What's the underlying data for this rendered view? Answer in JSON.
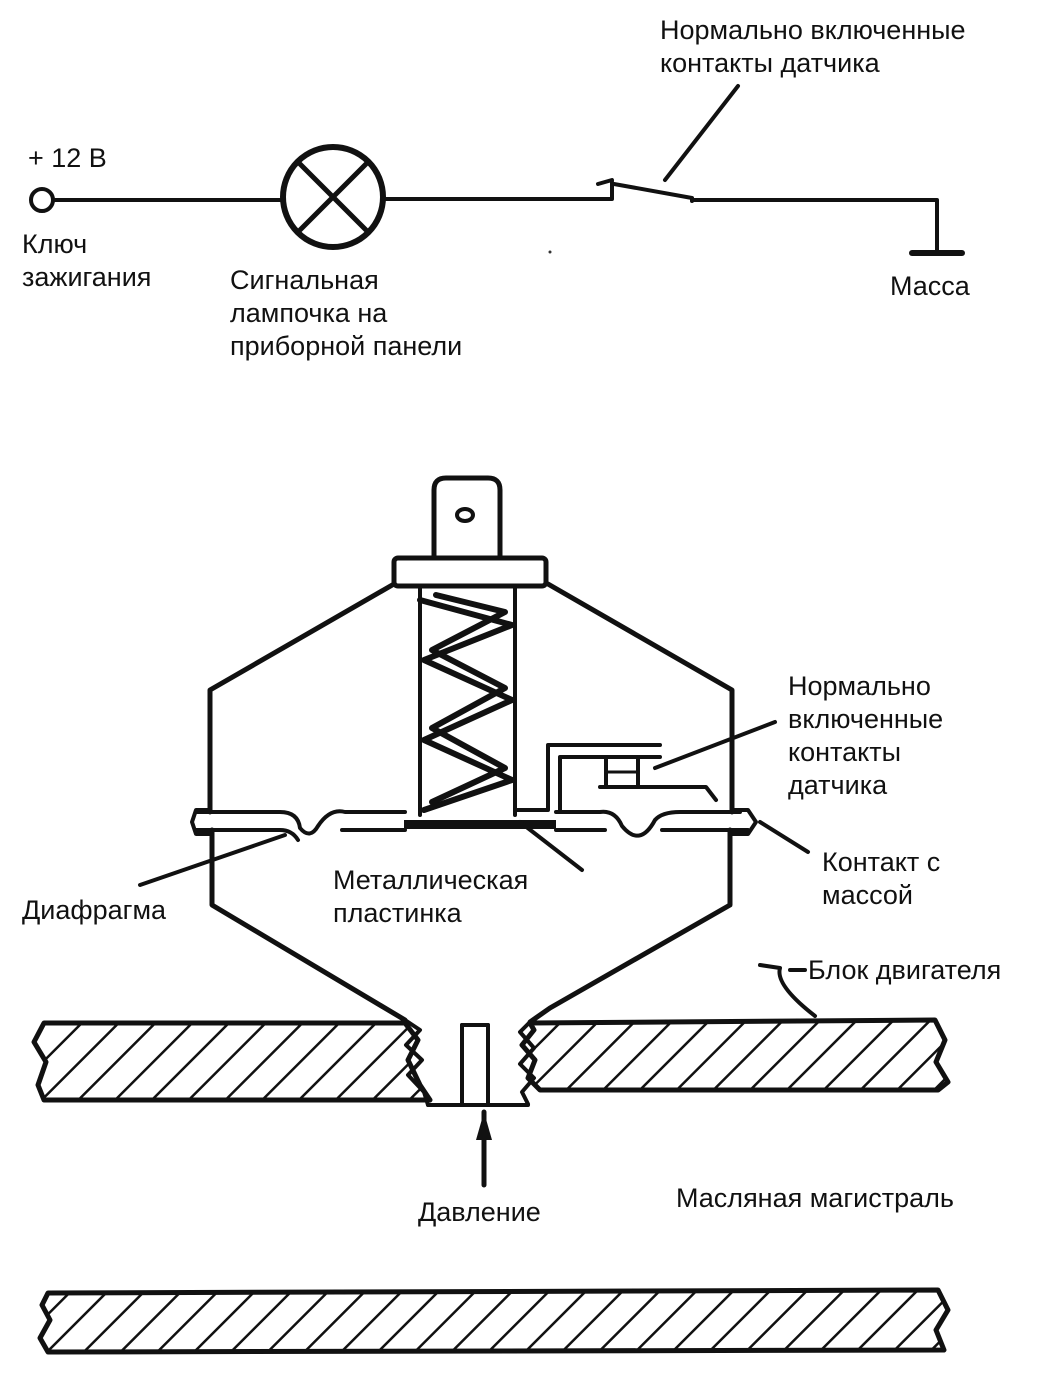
{
  "circuit": {
    "supply_label": "+ 12 В",
    "ignition_label": [
      "Ключ",
      "зажигания"
    ],
    "lamp_label": [
      "Сигнальная",
      "лампочка на",
      "приборной панели"
    ],
    "switch_label": [
      "Нормально включенные",
      "контакты датчика"
    ],
    "ground_label": "Масса"
  },
  "sensor": {
    "contacts_label": [
      "Нормально",
      "включенные",
      "контакты",
      "датчика"
    ],
    "ground_contact_label": [
      "Контакт с",
      "массой"
    ],
    "plate_label": [
      "Металлическая",
      "пластинка"
    ],
    "diaphragm_label": "Диафрагма",
    "engine_block_label": "Блок двигателя",
    "pressure_label": "Давление",
    "oil_gallery_label": "Масляная магистраль"
  },
  "colors": {
    "ink": "#111111",
    "background": "#ffffff"
  }
}
